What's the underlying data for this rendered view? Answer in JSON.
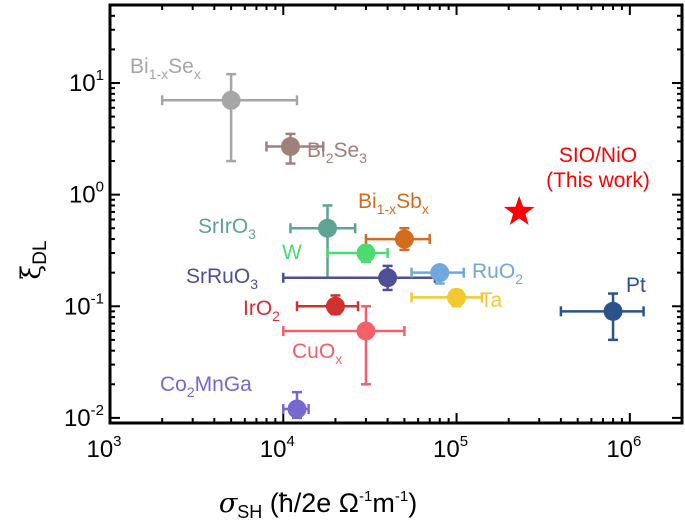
{
  "chart_data": {
    "type": "scatter",
    "x_scale": "log",
    "y_scale": "log",
    "xlim": [
      1000,
      2000000
    ],
    "ylim": [
      0.009,
      50
    ],
    "xlabel": "σSH (ħ/2e Ω⁻¹m⁻¹)",
    "ylabel": "ξDL",
    "x_ticks": [
      {
        "label": "10",
        "sup": "3",
        "value": 1000
      },
      {
        "label": "10",
        "sup": "4",
        "value": 10000
      },
      {
        "label": "10",
        "sup": "5",
        "value": 100000
      },
      {
        "label": "10",
        "sup": "6",
        "value": 1000000
      }
    ],
    "y_ticks": [
      {
        "label": "10",
        "sup": "-2",
        "value": 0.01
      },
      {
        "label": "10",
        "sup": "-1",
        "value": 0.1
      },
      {
        "label": "10",
        "sup": "0",
        "value": 1
      },
      {
        "label": "10",
        "sup": "1",
        "value": 10
      }
    ],
    "points": [
      {
        "name": "Bi1-xSex",
        "x": 5000,
        "y": 7,
        "x_err": [
          2000,
          12000
        ],
        "y_err": [
          2,
          12
        ],
        "color": "#a6a6a6",
        "label": [
          {
            "t": "Bi"
          },
          {
            "t": "1-x",
            "sub": true
          },
          {
            "t": "Se"
          },
          {
            "t": "x",
            "sub": true
          }
        ]
      },
      {
        "name": "Bi2Se3",
        "x": 11000,
        "y": 2.7,
        "x_err": [
          8000,
          17000
        ],
        "y_err": [
          1.9,
          3.5
        ],
        "color": "#a0817a",
        "label": [
          {
            "t": "Bi"
          },
          {
            "t": "2",
            "sub": true
          },
          {
            "t": "Se"
          },
          {
            "t": "3",
            "sub": true
          }
        ]
      },
      {
        "name": "SIO/NiO",
        "x": 230000,
        "y": 0.7,
        "marker": "star",
        "color": "#ff0000",
        "label_lines": [
          "SIO/NiO",
          "(This work)"
        ]
      },
      {
        "name": "Bi1-xSbx",
        "x": 50000,
        "y": 0.4,
        "x_err": [
          30000,
          70000
        ],
        "y_err": [
          0.32,
          0.5
        ],
        "color": "#d26c1f",
        "label": [
          {
            "t": "Bi"
          },
          {
            "t": "1-x",
            "sub": true
          },
          {
            "t": "Sb"
          },
          {
            "t": "x",
            "sub": true
          }
        ]
      },
      {
        "name": "SrIrO3",
        "x": 18000,
        "y": 0.5,
        "x_err": [
          11000,
          26000
        ],
        "y_err": [
          0.18,
          0.8
        ],
        "color": "#5ea394",
        "label": [
          {
            "t": "SrIrO"
          },
          {
            "t": "3",
            "sub": true
          }
        ]
      },
      {
        "name": "W",
        "x": 30000,
        "y": 0.3,
        "x_err": [
          18000,
          40000
        ],
        "y_err": [
          0.25,
          0.35
        ],
        "color": "#4cdb70",
        "label": [
          {
            "t": "W"
          }
        ]
      },
      {
        "name": "SrRuO3",
        "x": 40000,
        "y": 0.18,
        "x_err": [
          10000,
          75000
        ],
        "y_err": [
          0.14,
          0.23
        ],
        "color": "#4e4f95",
        "label": [
          {
            "t": "SrRuO"
          },
          {
            "t": "3",
            "sub": true
          }
        ]
      },
      {
        "name": "RuO2",
        "x": 80000,
        "y": 0.2,
        "x_err": [
          55000,
          110000
        ],
        "y_err": [
          0.16,
          0.23
        ],
        "color": "#6fa8dc",
        "label": [
          {
            "t": "RuO"
          },
          {
            "t": "2",
            "sub": true
          }
        ]
      },
      {
        "name": "Ta",
        "x": 100000,
        "y": 0.12,
        "x_err": [
          55000,
          140000
        ],
        "y_err": [
          0.1,
          0.14
        ],
        "color": "#f2c92f",
        "label": [
          {
            "t": "Ta"
          }
        ]
      },
      {
        "name": "Pt",
        "x": 800000,
        "y": 0.09,
        "x_err": [
          400000,
          1200000
        ],
        "y_err": [
          0.05,
          0.13
        ],
        "color": "#2b5289",
        "label": [
          {
            "t": "Pt"
          }
        ]
      },
      {
        "name": "IrO2",
        "x": 20000,
        "y": 0.1,
        "x_err": [
          12000,
          27000
        ],
        "y_err": [
          0.085,
          0.125
        ],
        "color": "#d0302e",
        "label": [
          {
            "t": "IrO"
          },
          {
            "t": "2",
            "sub": true
          }
        ]
      },
      {
        "name": "CuOx",
        "x": 30000,
        "y": 0.06,
        "x_err": [
          10000,
          50000
        ],
        "y_err": [
          0.02,
          0.1
        ],
        "color": "#f4606a",
        "label": [
          {
            "t": "CuO"
          },
          {
            "t": "x",
            "sub": true
          }
        ]
      },
      {
        "name": "Co2MnGa",
        "x": 12000,
        "y": 0.012,
        "x_err": [
          10000,
          14000
        ],
        "y_err": [
          0.01,
          0.017
        ],
        "color": "#7569cf",
        "label": [
          {
            "t": "Co"
          },
          {
            "t": "2",
            "sub": true
          },
          {
            "t": "MnGa"
          }
        ]
      }
    ]
  }
}
